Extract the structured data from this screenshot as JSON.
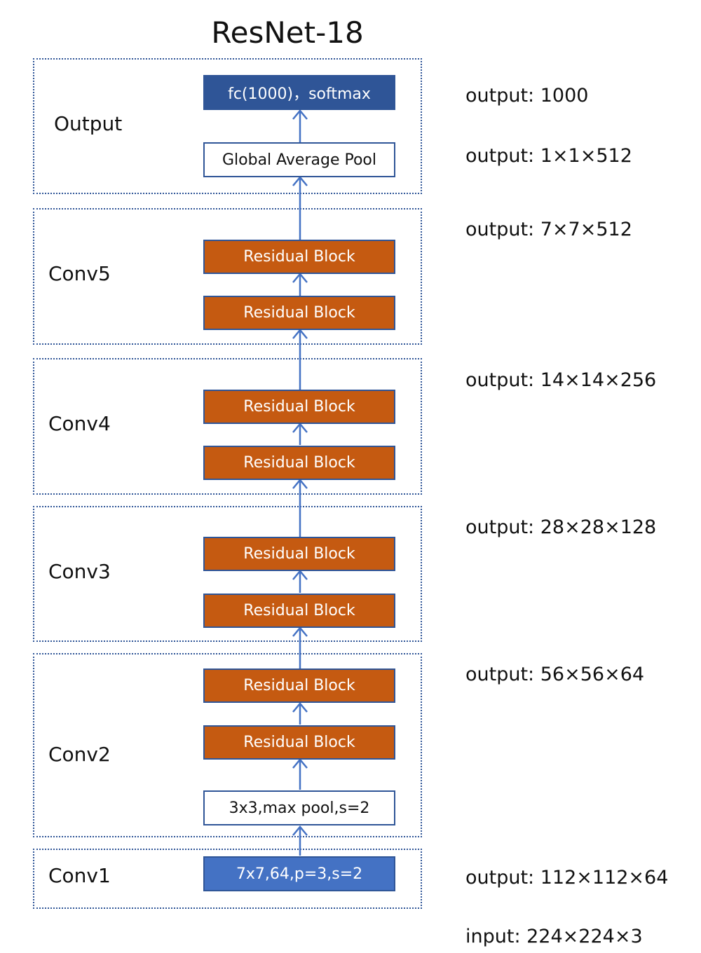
{
  "title": "ResNet-18",
  "groups": {
    "output": "Output",
    "conv5": "Conv5",
    "conv4": "Conv4",
    "conv3": "Conv3",
    "conv2": "Conv2",
    "conv1": "Conv1"
  },
  "blocks": {
    "fc": "fc(1000)，softmax",
    "gap": "Global Average Pool",
    "residual": "Residual Block",
    "maxpool": "3x3,max pool,s=2",
    "conv1": "7x7,64,p=3,s=2"
  },
  "outputs": {
    "o1000": "output: 1000",
    "o1x1": "output: 1×1×512",
    "o7": "output: 7×7×512",
    "o14": "output: 14×14×256",
    "o28": "output: 28×28×128",
    "o56": "output: 56×56×64",
    "o112": "output: 112×112×64",
    "input": "input: 224×224×3"
  },
  "colors": {
    "residual_fill": "#c55a11",
    "fc_fill": "#2f5597",
    "conv1_fill": "#4472c4",
    "border": "#2f5597",
    "arrow": "#4472c4"
  }
}
